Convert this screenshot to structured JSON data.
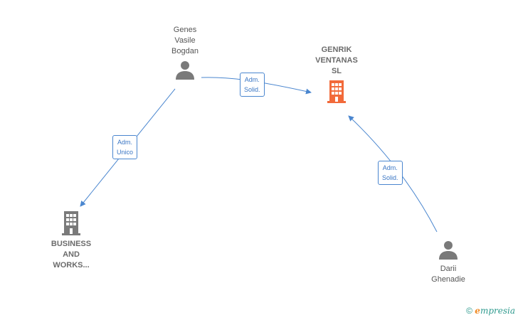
{
  "nodes": {
    "genes": {
      "type": "person",
      "label": "Genes\nVasile\nBogdan"
    },
    "genrik": {
      "type": "company-focus",
      "label": "GENRIK\nVENTANAS\nSL"
    },
    "business": {
      "type": "company",
      "label": "BUSINESS\nAND\nWORKS..."
    },
    "darii": {
      "type": "person",
      "label": "Darii\nGhenadie"
    }
  },
  "edges": [
    {
      "from": "genes",
      "to": "genrik",
      "label": "Adm.\nSolid."
    },
    {
      "from": "genes",
      "to": "business",
      "label": "Adm.\nUnico"
    },
    {
      "from": "darii",
      "to": "genrik",
      "label": "Adm.\nSolid."
    }
  ],
  "colors": {
    "edge": "#4a86cf",
    "person_icon": "#7a7a7a",
    "company_icon": "#7a7a7a",
    "focus_company_icon": "#f26a3a"
  },
  "footer": {
    "copyright_symbol": "©",
    "brand": "mpresia",
    "brand_initial": "e"
  }
}
